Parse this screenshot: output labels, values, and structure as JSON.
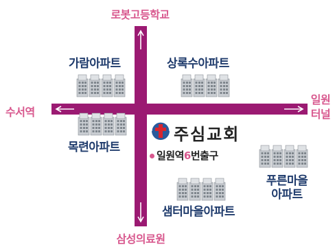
{
  "destinations": {
    "north": "로봇고등학교",
    "south": "삼성의료원",
    "west": "수서역",
    "east_line1": "일원",
    "east_line2": "터널"
  },
  "apartments": {
    "garam": "가람아파트",
    "sangnok": "상록수아파트",
    "mokryeon": "목련아파트",
    "saemteo": "샘터마을아파트",
    "pureun_line1": "푸른마을",
    "pureun_line2": "아파트"
  },
  "church": {
    "name": "주심교회",
    "exit_prefix": "일원역",
    "exit_number": "6",
    "exit_suffix": "번출구"
  },
  "colors": {
    "road": "#9b1a72",
    "destination": "#d8588e",
    "apartment_label": "#1f3b6c",
    "building": "#c9cdd2",
    "logo": "#2a5a9c"
  }
}
